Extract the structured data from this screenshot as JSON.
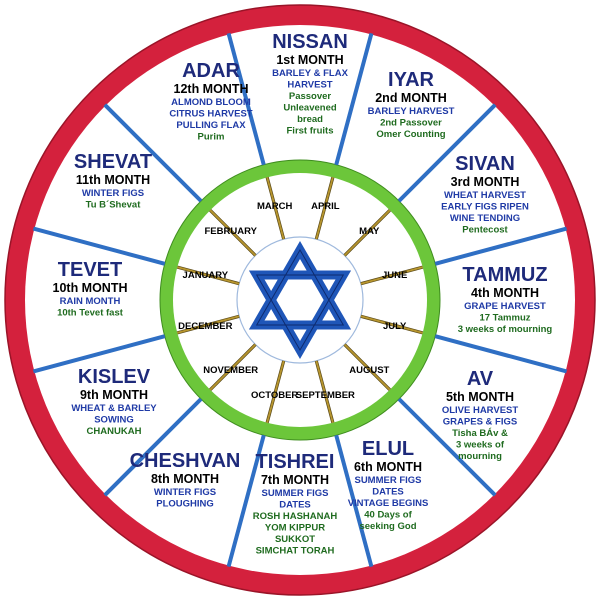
{
  "colors": {
    "outer_ring": "#d4213d",
    "spokes": "#2f6fc4",
    "inner_ring": "#6cc63a",
    "gold_spokes": "#b8962e",
    "star": "#1f56b8"
  },
  "hebrew_months": [
    {
      "name": "NISSAN",
      "number": "1st MONTH",
      "season": [
        "BARLEY & FLAX",
        "HARVEST"
      ],
      "feasts": [
        "Passover",
        "Unleavened",
        "bread",
        "First fruits"
      ]
    },
    {
      "name": "IYAR",
      "number": "2nd MONTH",
      "season": [
        "BARLEY HARVEST"
      ],
      "feasts": [
        "2nd Passover",
        "Omer Counting"
      ]
    },
    {
      "name": "SIVAN",
      "number": "3rd MONTH",
      "season": [
        "WHEAT HARVEST",
        "EARLY FIGS RIPEN",
        "WINE TENDING"
      ],
      "feasts": [
        "Pentecost"
      ]
    },
    {
      "name": "TAMMUZ",
      "number": "4th MONTH",
      "season": [
        "GRAPE HARVEST"
      ],
      "feasts": [
        "17 Tammuz",
        "3 weeks of mourning"
      ]
    },
    {
      "name": "AV",
      "number": "5th MONTH",
      "season": [
        "OLIVE HARVEST",
        "GRAPES & FIGS"
      ],
      "feasts": [
        "Tisha BÁv &",
        "3 weeks of",
        "mourning"
      ]
    },
    {
      "name": "ELUL",
      "number": "6th MONTH",
      "season": [
        "SUMMER FIGS",
        "DATES",
        "VINTAGE BEGINS"
      ],
      "feasts": [
        "40 Days of",
        "seeking God"
      ]
    },
    {
      "name": "TISHREI",
      "number": "7th MONTH",
      "season": [
        "SUMMER FIGS",
        "DATES"
      ],
      "feasts": [
        "ROSH HASHANAH",
        "YOM KIPPUR",
        "SUKKOT",
        "SIMCHAT TORAH"
      ]
    },
    {
      "name": "CHESHVAN",
      "number": "8th MONTH",
      "season": [
        "WINTER FIGS",
        "PLOUGHING"
      ],
      "feasts": []
    },
    {
      "name": "KISLEV",
      "number": "9th MONTH",
      "season": [
        "WHEAT & BARLEY",
        "SOWING"
      ],
      "feasts": [
        "CHANUKAH"
      ]
    },
    {
      "name": "TEVET",
      "number": "10th MONTH",
      "season": [
        "RAIN MONTH"
      ],
      "feasts": [
        "10th Tevet fast"
      ]
    },
    {
      "name": "SHEVAT",
      "number": "11th MONTH",
      "season": [
        "WINTER FIGS"
      ],
      "feasts": [
        "Tu B´Shevat"
      ]
    },
    {
      "name": "ADAR",
      "number": "12th MONTH",
      "season": [
        "ALMOND BLOOM",
        "CITRUS HARVEST",
        "PULLING FLAX"
      ],
      "feasts": [
        "Purim"
      ]
    }
  ],
  "gregorian_months": [
    "MARCH",
    "APRIL",
    "MAY",
    "JUNE",
    "JULY",
    "AUGUST",
    "SEPTEMBER",
    "OCTOBER",
    "NOVEMBER",
    "DECEMBER",
    "JANUARY",
    "FEBRUARY"
  ]
}
